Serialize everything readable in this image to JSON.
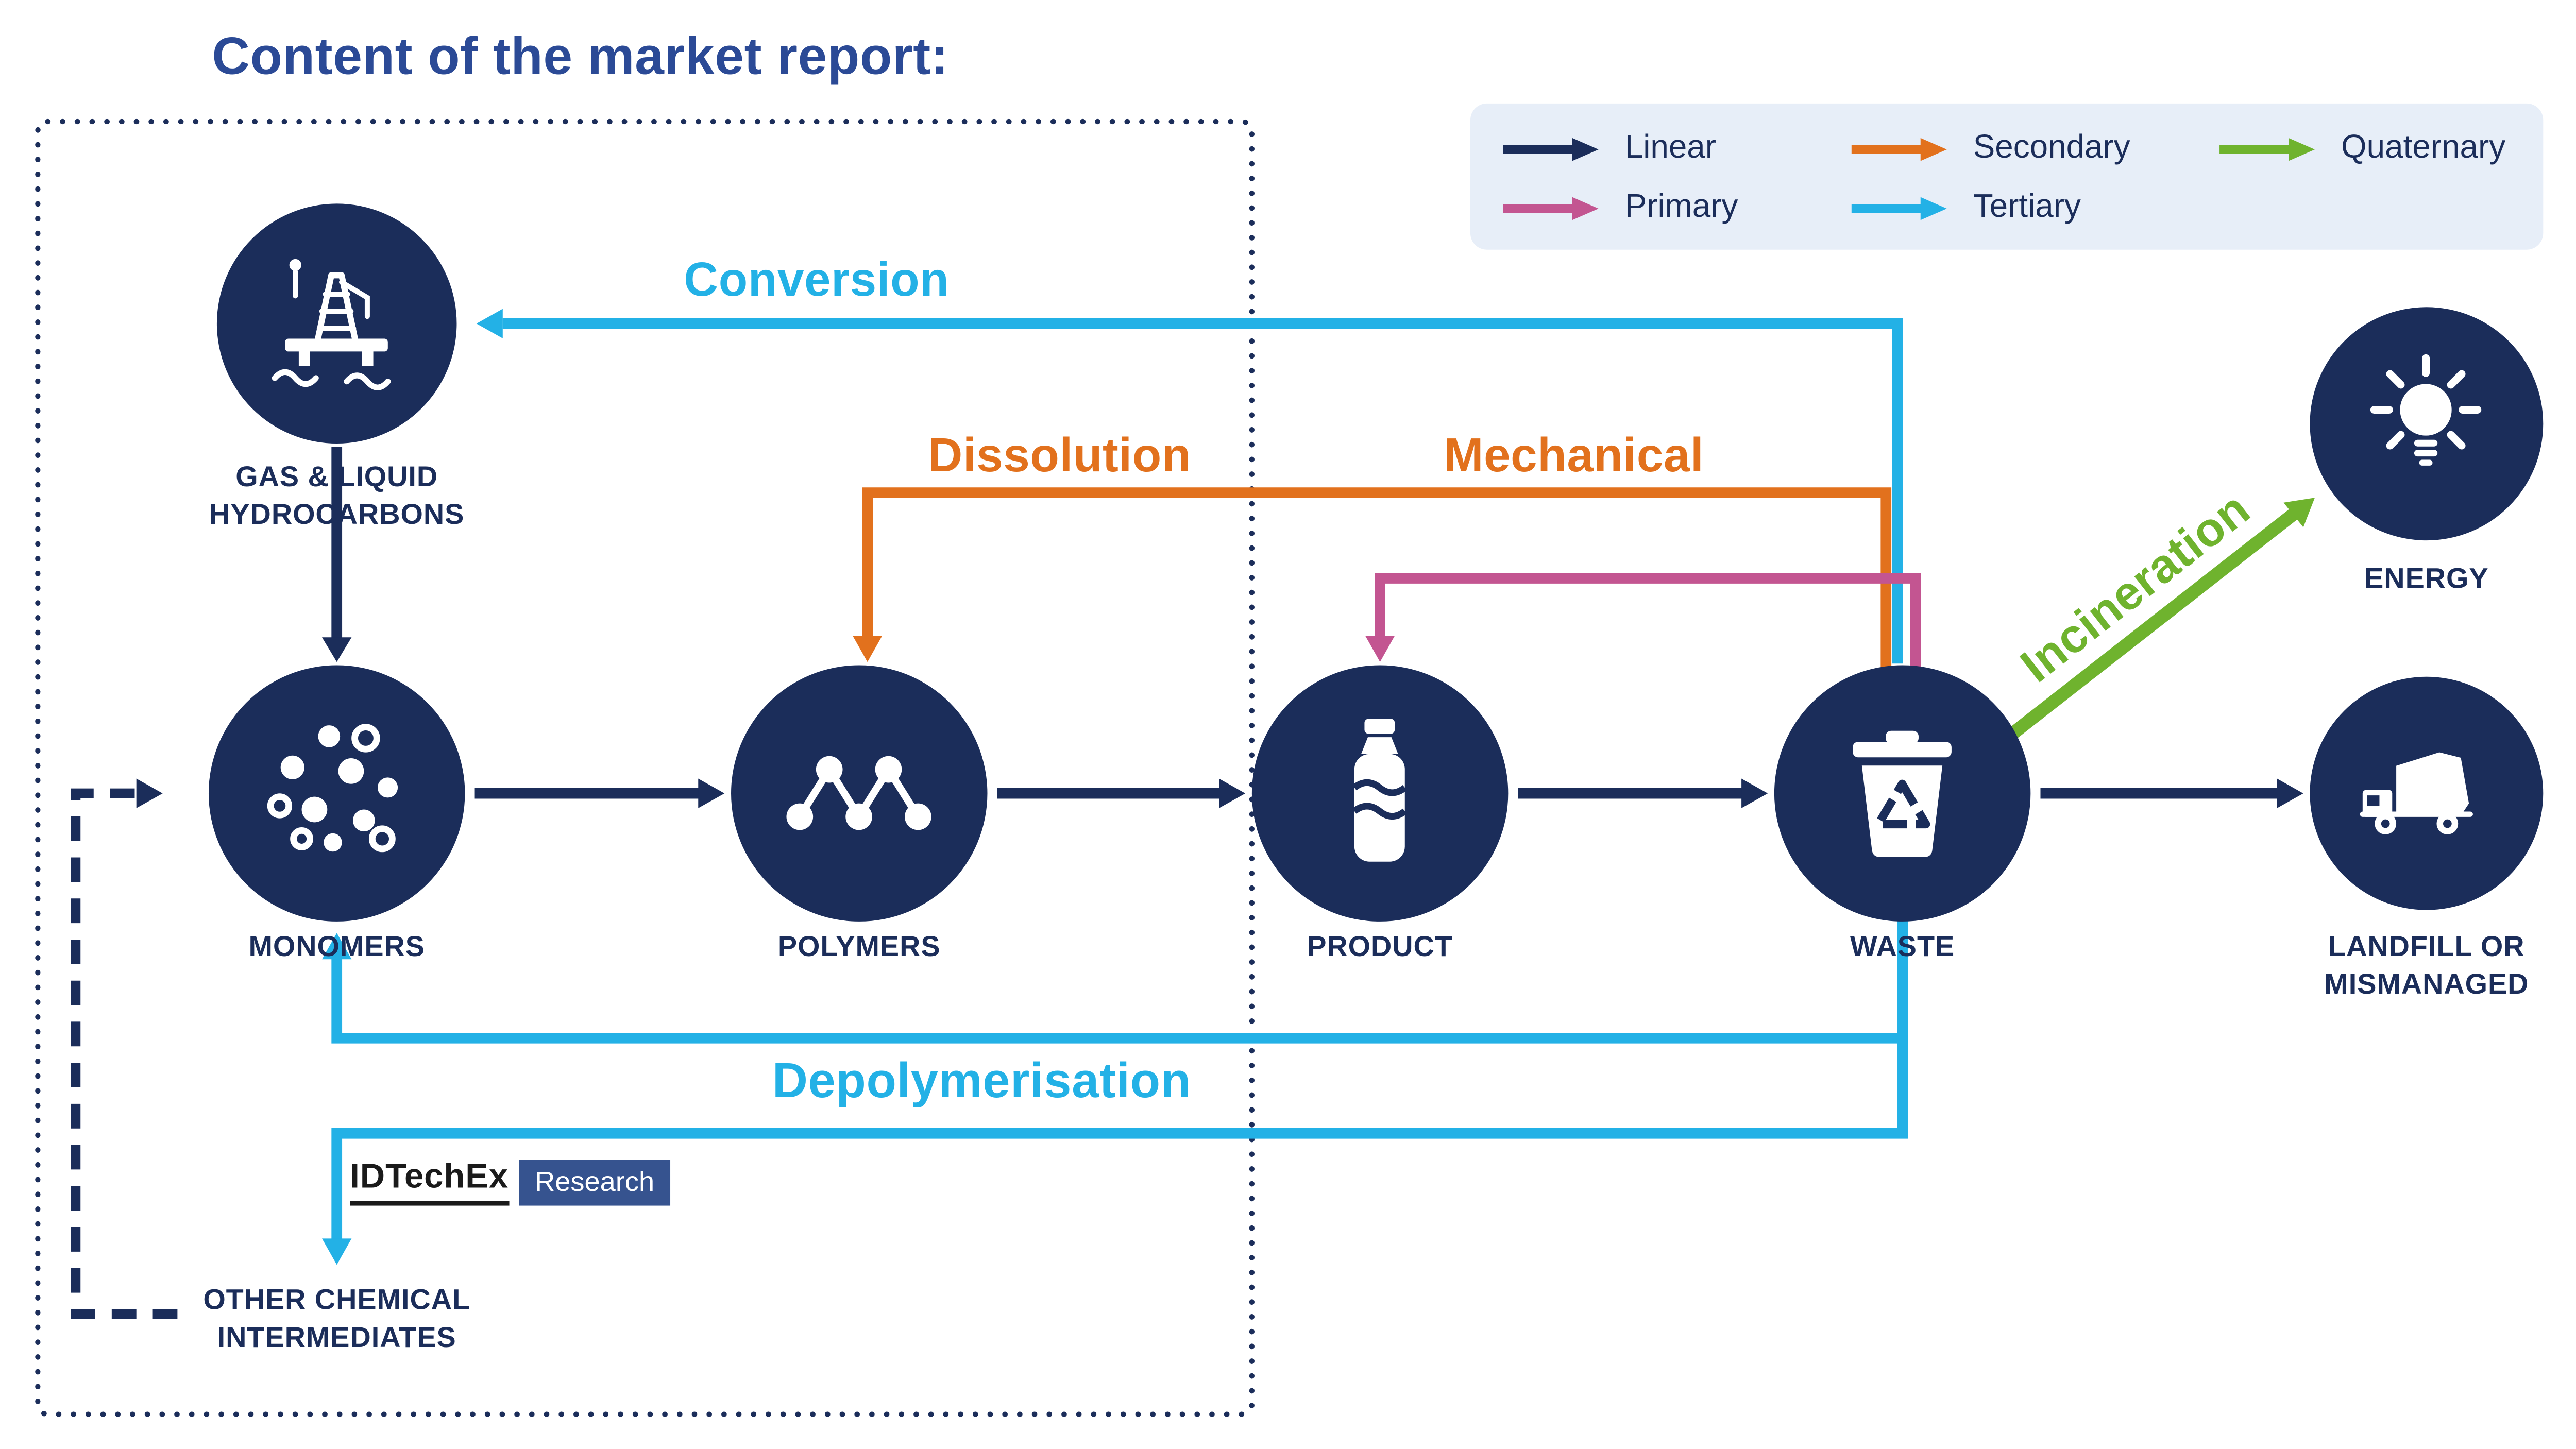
{
  "title": "Content of the market report:",
  "colors": {
    "navy": "#1b2d5a",
    "title_blue": "#2b4a96",
    "cyan": "#23b1e6",
    "orange": "#e2711d",
    "pink": "#c35591",
    "green": "#6fb32e",
    "legend_bg": "#e7eef8",
    "logo_bg": "#36538f",
    "logo_text": "#1a1a1a"
  },
  "legend": {
    "items": [
      {
        "label": "Linear",
        "color": "#1b2d5a"
      },
      {
        "label": "Secondary",
        "color": "#e2711d"
      },
      {
        "label": "Quaternary",
        "color": "#6fb32e"
      },
      {
        "label": "Primary",
        "color": "#c35591"
      },
      {
        "label": "Tertiary",
        "color": "#23b1e6"
      }
    ]
  },
  "nodes": {
    "hydrocarbons": {
      "line1": "GAS & LIQUID",
      "line2": "HYDROCARBONS",
      "icon": "oil-rig-icon"
    },
    "monomers": {
      "line1": "MONOMERS",
      "icon": "molecules-icon"
    },
    "polymers": {
      "line1": "POLYMERS",
      "icon": "polymer-chain-icon"
    },
    "product": {
      "line1": "PRODUCT",
      "icon": "bottle-icon"
    },
    "waste": {
      "line1": "WASTE",
      "icon": "recycling-bin-icon"
    },
    "energy": {
      "line1": "ENERGY",
      "icon": "light-bulb-icon"
    },
    "landfill": {
      "line1": "LANDFILL OR",
      "line2": "MISMANAGED",
      "icon": "garbage-truck-icon"
    },
    "other_intermediates": {
      "line1": "OTHER CHEMICAL",
      "line2": "INTERMEDIATES"
    }
  },
  "flow_labels": {
    "conversion": "Conversion",
    "dissolution": "Dissolution",
    "mechanical": "Mechanical",
    "incineration": "Incineration",
    "depolymerisation": "Depolymerisation"
  },
  "logo": {
    "brand": "IDTechEx",
    "suffix": "Research"
  }
}
